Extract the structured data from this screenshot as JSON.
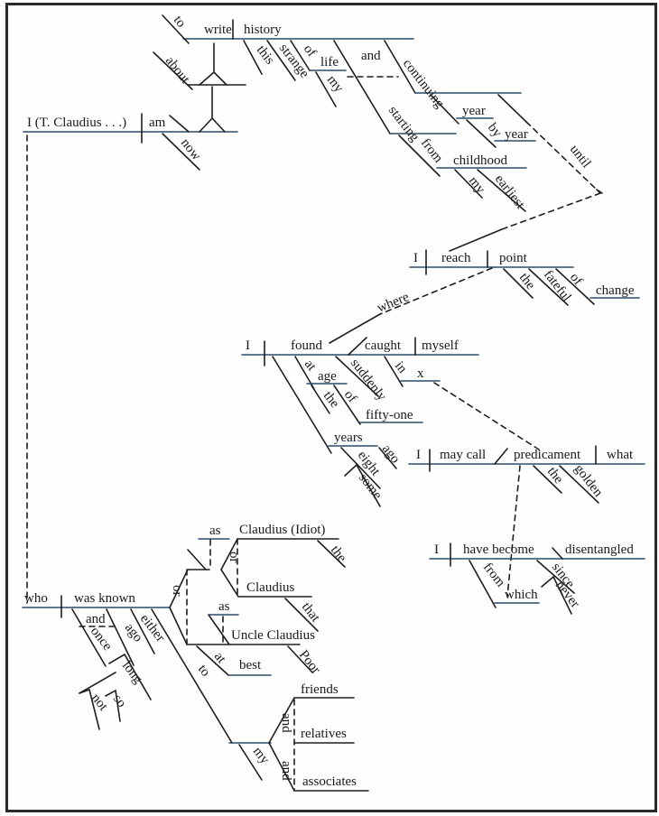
{
  "diagram": {
    "title": "",
    "type": "sentence-diagram (Reed-Kellogg)",
    "words": {
      "to": "to",
      "write": "write",
      "history": "history",
      "this": "this",
      "strange": "strange",
      "of1": "of",
      "life": "life",
      "my1": "my",
      "and1": "and",
      "continuing": "continuing",
      "about": "about",
      "starting": "starting",
      "year1": "year",
      "by": "by",
      "year2": "year",
      "from1": "from",
      "childhood": "childhood",
      "my2": "my",
      "earliest": "earliest",
      "until": "until",
      "i_main": "I (T. Claudius . . .)",
      "am": "am",
      "now": "now",
      "i_reach": "I",
      "reach": "reach",
      "point": "point",
      "the1": "the",
      "fateful": "fateful",
      "of2": "of",
      "change": "change",
      "where": "where",
      "i_found": "I",
      "found": "found",
      "caught": "caught",
      "myself": "myself",
      "at1": "at",
      "age": "age",
      "the2": "the",
      "of3": "of",
      "fifty_one": "fifty-one",
      "suddenly": "suddenly",
      "in": "in",
      "x": "x",
      "years": "years",
      "ago1": "ago",
      "eight": "eight",
      "some": "some",
      "i_call": "I",
      "may_call": "may call",
      "predicament": "predicament",
      "what": "what",
      "the3": "the",
      "golden": "golden",
      "i_become": "I",
      "have_become": "have become",
      "disentangled": "disentangled",
      "from2": "from",
      "which": "which",
      "since": "since",
      "never": "never",
      "who": "who",
      "was_known": "was known",
      "and2": "and",
      "once": "once",
      "ago2": "ago",
      "either": "either",
      "long": "long",
      "not": "not",
      "so": "so",
      "as1": "as",
      "claudius_idiot": "Claudius   (Idiot)",
      "the4": "the",
      "or1": "or",
      "claudius": "Claudius",
      "that": "that",
      "or2": "or",
      "as2": "as",
      "uncle_claudius": "Uncle Claudius",
      "poor": "Poor",
      "at2": "at",
      "best": "best",
      "to2": "to",
      "friends": "friends",
      "relatives": "relatives",
      "associates": "associates",
      "and3": "and",
      "and4": "and",
      "my3": "my"
    }
  }
}
